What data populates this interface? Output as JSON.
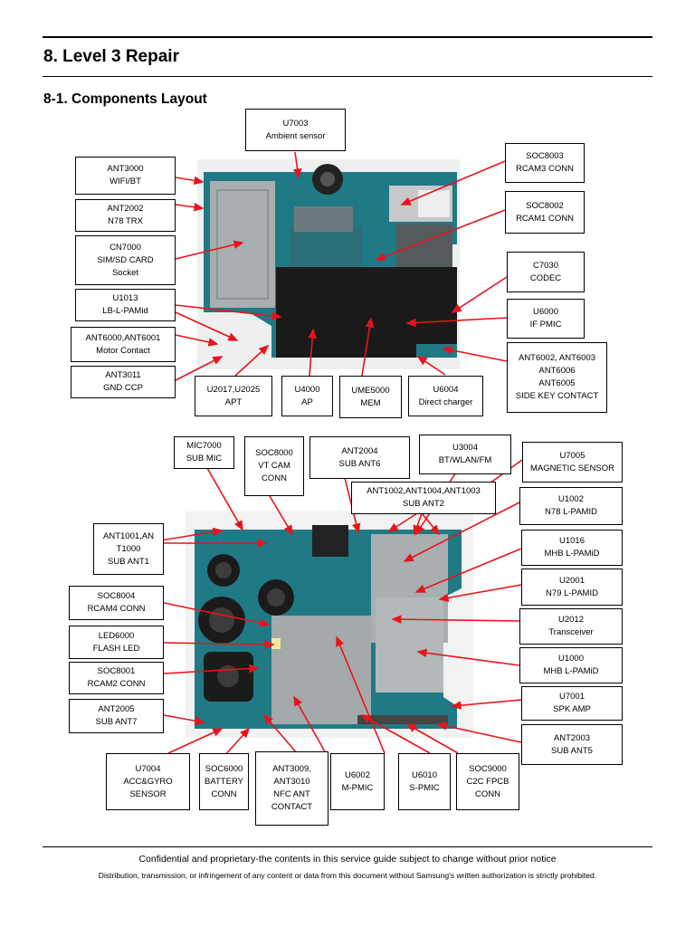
{
  "heading": "8. Level 3 Repair",
  "subheading": "8-1. Components Layout",
  "footer": {
    "line1": "Confidential and proprietary-the contents in this service guide subject to change without prior notice",
    "line2": "Distribution, transmission, or infringement of any content or data from this document without Samsung's written authorization is strictly prohibited."
  },
  "colors": {
    "arrow": "#e8141b",
    "board": "#1f7a86",
    "shield": "#1a1a1a",
    "metal": "#a9aeb0"
  },
  "top_labels": [
    {
      "id": "u7003",
      "lines": [
        "U7003",
        "Ambient sensor"
      ]
    },
    {
      "id": "ant3000",
      "lines": [
        "ANT3000",
        "WIFI/BT"
      ]
    },
    {
      "id": "ant2002",
      "lines": [
        "ANT2002",
        "N78 TRX"
      ]
    },
    {
      "id": "cn7000",
      "lines": [
        "CN7000",
        "SIM/SD CARD",
        "Socket"
      ]
    },
    {
      "id": "u1013",
      "lines": [
        "U1013",
        "LB-L-PAMid"
      ]
    },
    {
      "id": "ant6000",
      "lines": [
        "ANT6000,ANT6001",
        "Motor Contact"
      ]
    },
    {
      "id": "ant3011",
      "lines": [
        "ANT3011",
        "GND CCP"
      ]
    },
    {
      "id": "u2017",
      "lines": [
        "U2017,U2025",
        "APT"
      ]
    },
    {
      "id": "u4000",
      "lines": [
        "U4000",
        "AP"
      ]
    },
    {
      "id": "ume5000",
      "lines": [
        "UME5000",
        "MEM"
      ]
    },
    {
      "id": "u6004",
      "lines": [
        "U6004",
        "Direct charger"
      ]
    },
    {
      "id": "soc8003",
      "lines": [
        "SOC8003",
        "RCAM3 CONN"
      ]
    },
    {
      "id": "soc8002",
      "lines": [
        "SOC8002",
        "RCAM1 CONN"
      ]
    },
    {
      "id": "c7030",
      "lines": [
        "C7030",
        "CODEC"
      ]
    },
    {
      "id": "u6000",
      "lines": [
        "U6000",
        "IF PMIC"
      ]
    },
    {
      "id": "ant6002",
      "lines": [
        "ANT6002, ANT6003",
        "ANT6006",
        "ANT6005",
        "SIDE KEY CONTACT"
      ]
    }
  ],
  "bottom_labels": [
    {
      "id": "mic7000",
      "lines": [
        "MIC7000",
        "SUB MIC"
      ]
    },
    {
      "id": "soc8000",
      "lines": [
        "SOC8000",
        "VT CAM",
        "CONN"
      ]
    },
    {
      "id": "ant2004",
      "lines": [
        "ANT2004",
        "SUB ANT6"
      ]
    },
    {
      "id": "u3004",
      "lines": [
        "U3004",
        "BT/WLAN/FM"
      ]
    },
    {
      "id": "ant1002",
      "lines": [
        "ANT1002,ANT1004,ANT1003",
        "SUB ANT2"
      ]
    },
    {
      "id": "u7005",
      "lines": [
        "U7005",
        "MAGNETIC SENSOR"
      ]
    },
    {
      "id": "ant1001",
      "lines": [
        "ANT1001,AN",
        "T1000",
        "SUB ANT1"
      ]
    },
    {
      "id": "u1002",
      "lines": [
        "U1002",
        "N78 L-PAMID"
      ]
    },
    {
      "id": "u1016",
      "lines": [
        "U1016",
        "MHB L-PAMiD"
      ]
    },
    {
      "id": "u2001",
      "lines": [
        "U2001",
        "N79 L-PAMID"
      ]
    },
    {
      "id": "soc8004",
      "lines": [
        "SOC8004",
        "RCAM4 CONN"
      ]
    },
    {
      "id": "u2012",
      "lines": [
        "U2012",
        "Transceiver"
      ]
    },
    {
      "id": "led6000",
      "lines": [
        "LED6000",
        "FLASH LED"
      ]
    },
    {
      "id": "u1000",
      "lines": [
        "U1000",
        "MHB L-PAMiD"
      ]
    },
    {
      "id": "soc8001",
      "lines": [
        "SOC8001",
        "RCAM2 CONN"
      ]
    },
    {
      "id": "u7001",
      "lines": [
        "U7001",
        "SPK AMP"
      ]
    },
    {
      "id": "ant2005",
      "lines": [
        "ANT2005",
        "SUB ANT7"
      ]
    },
    {
      "id": "ant2003",
      "lines": [
        "ANT2003",
        "SUB ANT5"
      ]
    },
    {
      "id": "u7004",
      "lines": [
        "U7004",
        "ACC&GYRO",
        "SENSOR"
      ]
    },
    {
      "id": "soc6000",
      "lines": [
        "SOC6000",
        "BATTERY",
        "CONN"
      ]
    },
    {
      "id": "ant3009",
      "lines": [
        "ANT3009,",
        "ANT3010",
        "NFC ANT",
        "CONTACT"
      ]
    },
    {
      "id": "u6002",
      "lines": [
        "U6002",
        "M-PMIC"
      ]
    },
    {
      "id": "u6010",
      "lines": [
        "U6010",
        "S-PMIC"
      ]
    },
    {
      "id": "soc9000",
      "lines": [
        "SOC9000",
        "C2C FPCB",
        "CONN"
      ]
    }
  ]
}
